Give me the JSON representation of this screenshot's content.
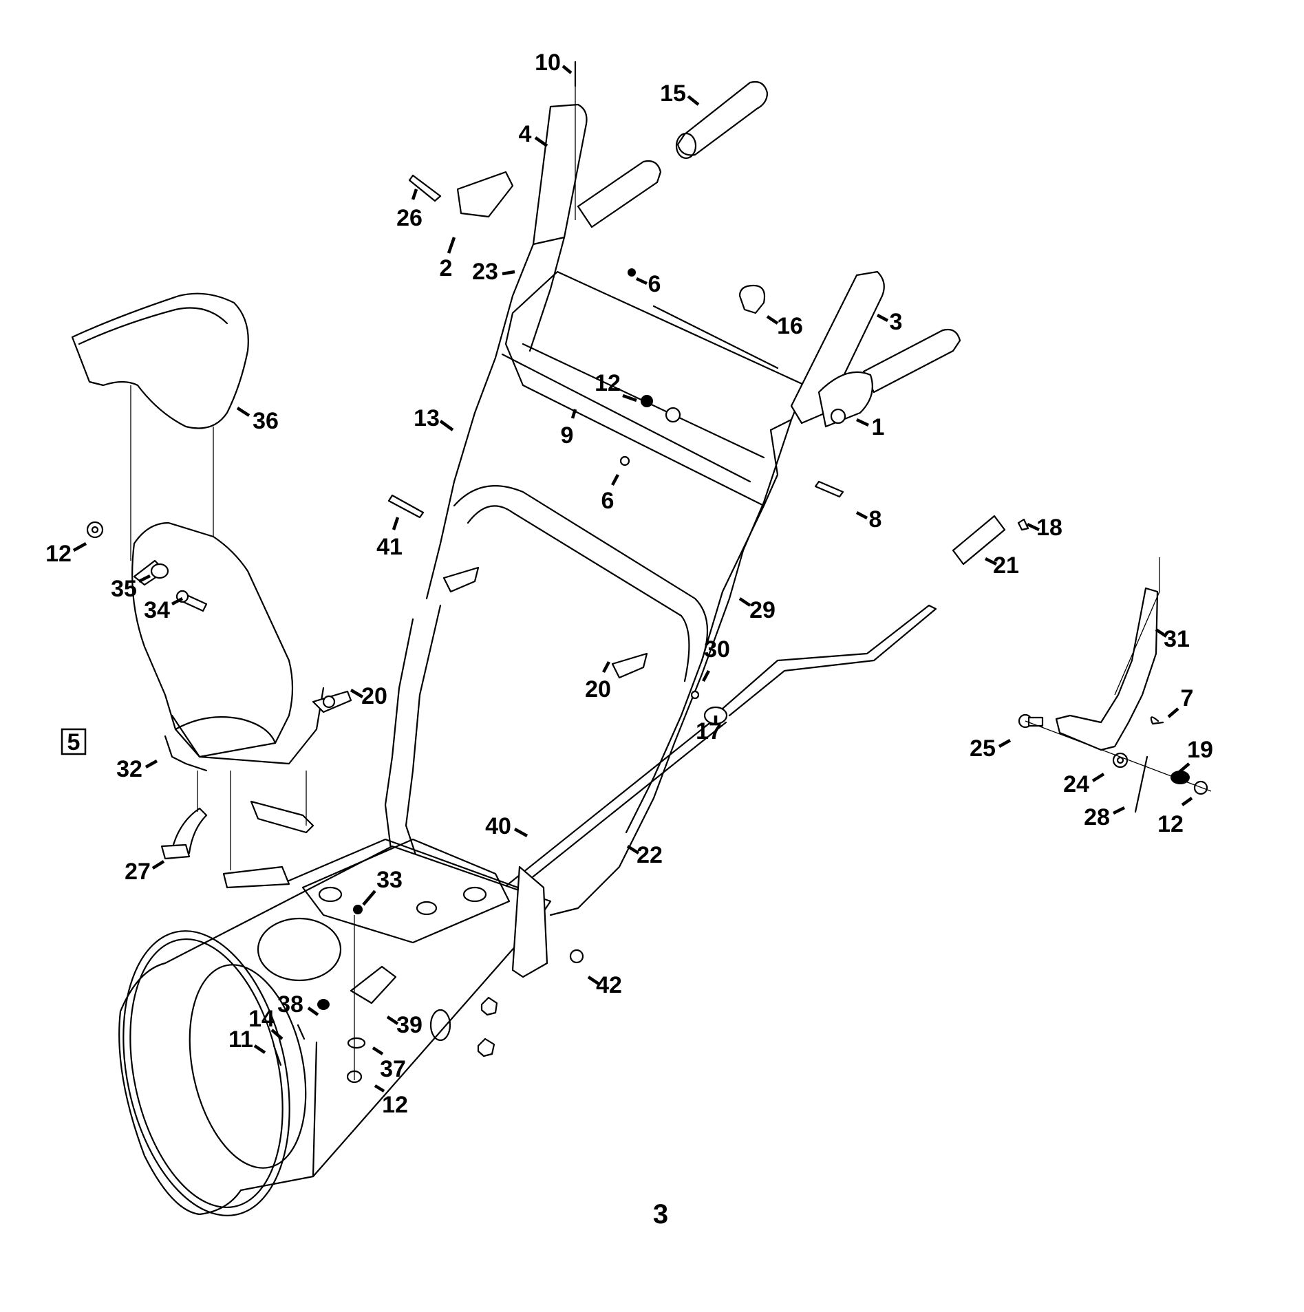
{
  "diagram": {
    "title": "Exploded parts diagram — snow thrower handle, chute and control assembly",
    "page_number": "3",
    "reference_box": "5",
    "callouts": [
      {
        "id": "c10",
        "label": "10"
      },
      {
        "id": "c15",
        "label": "15"
      },
      {
        "id": "c4",
        "label": "4"
      },
      {
        "id": "c26",
        "label": "26"
      },
      {
        "id": "c2",
        "label": "2"
      },
      {
        "id": "c23",
        "label": "23"
      },
      {
        "id": "c6a",
        "label": "6"
      },
      {
        "id": "c16",
        "label": "16"
      },
      {
        "id": "c3",
        "label": "3"
      },
      {
        "id": "c12a",
        "label": "12"
      },
      {
        "id": "c1",
        "label": "1"
      },
      {
        "id": "c13",
        "label": "13"
      },
      {
        "id": "c9",
        "label": "9"
      },
      {
        "id": "c36",
        "label": "36"
      },
      {
        "id": "c6b",
        "label": "6"
      },
      {
        "id": "c8",
        "label": "8"
      },
      {
        "id": "c18",
        "label": "18"
      },
      {
        "id": "c21",
        "label": "21"
      },
      {
        "id": "c41",
        "label": "41"
      },
      {
        "id": "c12b",
        "label": "12"
      },
      {
        "id": "c35",
        "label": "35"
      },
      {
        "id": "c34",
        "label": "34"
      },
      {
        "id": "c29",
        "label": "29"
      },
      {
        "id": "c31",
        "label": "31"
      },
      {
        "id": "c30",
        "label": "30"
      },
      {
        "id": "c20a",
        "label": "20"
      },
      {
        "id": "c20b",
        "label": "20"
      },
      {
        "id": "c17",
        "label": "17"
      },
      {
        "id": "c7",
        "label": "7"
      },
      {
        "id": "c32",
        "label": "32"
      },
      {
        "id": "c25",
        "label": "25"
      },
      {
        "id": "c19",
        "label": "19"
      },
      {
        "id": "c24",
        "label": "24"
      },
      {
        "id": "c28",
        "label": "28"
      },
      {
        "id": "c12c",
        "label": "12"
      },
      {
        "id": "c40",
        "label": "40"
      },
      {
        "id": "c22",
        "label": "22"
      },
      {
        "id": "c27",
        "label": "27"
      },
      {
        "id": "c33",
        "label": "33"
      },
      {
        "id": "c42",
        "label": "42"
      },
      {
        "id": "c38",
        "label": "38"
      },
      {
        "id": "c39",
        "label": "39"
      },
      {
        "id": "c14",
        "label": "14"
      },
      {
        "id": "c11",
        "label": "11"
      },
      {
        "id": "c37",
        "label": "37"
      },
      {
        "id": "c12d",
        "label": "12"
      }
    ]
  }
}
